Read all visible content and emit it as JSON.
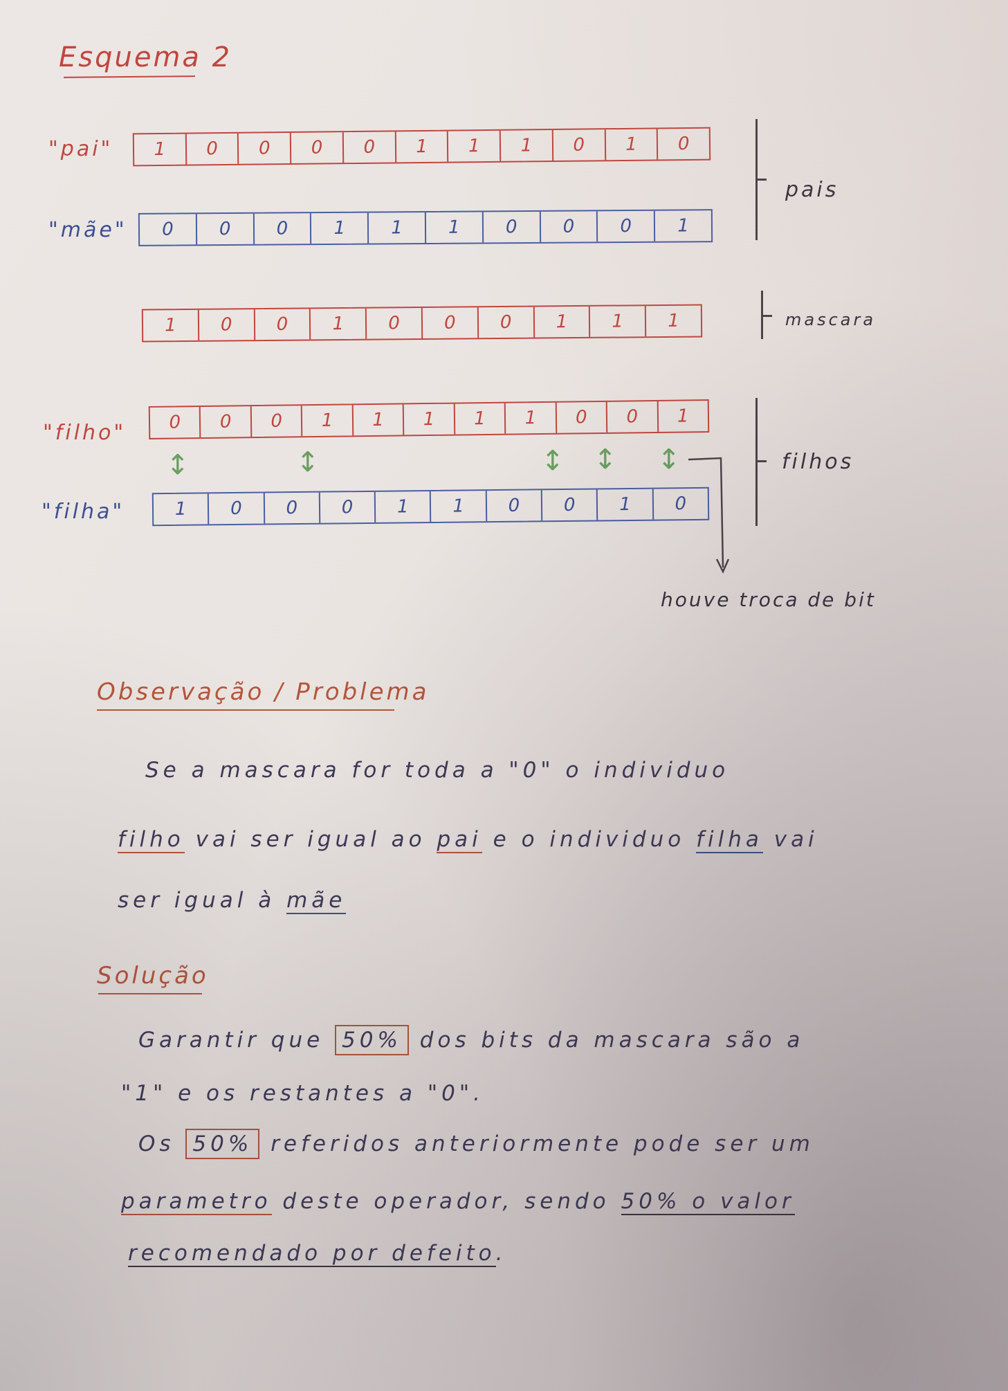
{
  "title": "Esquema 2",
  "rows": {
    "pai": {
      "label": "\"pai\"",
      "bits": [
        "1",
        "0",
        "0",
        "0",
        "0",
        "1",
        "1",
        "1",
        "0",
        "1",
        "0"
      ]
    },
    "mae": {
      "label": "\"mãe\"",
      "bits": [
        "0",
        "0",
        "0",
        "1",
        "1",
        "1",
        "0",
        "0",
        "0",
        "1"
      ]
    },
    "mascara": {
      "label": "",
      "bits": [
        "1",
        "0",
        "0",
        "1",
        "0",
        "0",
        "0",
        "1",
        "1",
        "1"
      ]
    },
    "filho": {
      "label": "\"filho\"",
      "bits": [
        "0",
        "0",
        "0",
        "1",
        "1",
        "1",
        "1",
        "1",
        "0",
        "0",
        "1"
      ]
    },
    "filha": {
      "label": "\"filha\"",
      "bits": [
        "1",
        "0",
        "0",
        "0",
        "1",
        "1",
        "0",
        "0",
        "1",
        "0"
      ]
    }
  },
  "groups": {
    "pais": "pais",
    "mascara": "mascara",
    "filhos": "filhos"
  },
  "annotation": "houve troca de bit",
  "observacao": {
    "title": "Observação / Problema",
    "line1": "Se a mascara for toda a \"0\" o individuo",
    "line2_filho": "filho",
    "line2_a": "vai ser igual ao",
    "line2_pai": "pai",
    "line2_b": "e o individuo",
    "line2_filha": "filha",
    "line2_c": "vai",
    "line3_a": "ser igual à",
    "line3_mae": "mãe"
  },
  "solucao": {
    "title": "Solução",
    "line1_a": "Garantir que",
    "line1_pct": "50%",
    "line1_b": "dos bits da mascara são a",
    "line2": "\"1\" e os restantes a \"0\".",
    "line3_a": "Os",
    "line3_pct": "50%",
    "line3_b": "referidos anteriormente pode ser um",
    "line4_param": "parametro",
    "line4_a": "deste operador, sendo",
    "line4_val": "50% o valor",
    "line5": "recomendado por defeito"
  }
}
